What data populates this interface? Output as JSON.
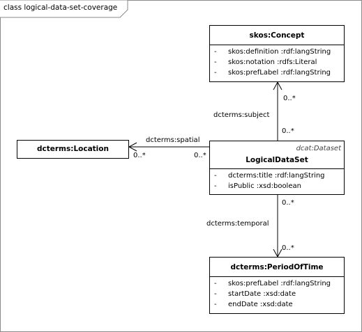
{
  "frame": {
    "title": "class logical-data-set-coverage"
  },
  "classes": {
    "concept": {
      "name": "skos:Concept",
      "attributes": [
        {
          "vis": "-",
          "text": "skos:definition  :rdf:langString"
        },
        {
          "vis": "-",
          "text": "skos:notation  :rdfs:Literal"
        },
        {
          "vis": "-",
          "text": "skos:prefLabel  :rdf:langString"
        }
      ]
    },
    "location": {
      "name": "dcterms:Location"
    },
    "dataset": {
      "name": "LogicalDataSet",
      "stereotype": "dcat:Dataset",
      "attributes": [
        {
          "vis": "-",
          "text": "dcterms:title  :rdf:langString"
        },
        {
          "vis": "-",
          "text": "isPublic  :xsd:boolean"
        }
      ]
    },
    "period": {
      "name": "dcterms:PeriodOfTime",
      "attributes": [
        {
          "vis": "-",
          "text": "skos:prefLabel  :rdf:langString"
        },
        {
          "vis": "-",
          "text": "startDate  :xsd:date"
        },
        {
          "vis": "-",
          "text": "endDate  :xsd:date"
        }
      ]
    }
  },
  "associations": {
    "subject": {
      "name": "dcterms:subject",
      "target_mult": "0..*",
      "source_mult": "0..*"
    },
    "spatial": {
      "name": "dcterms:spatial",
      "target_mult": "0..*",
      "source_mult": "0..*"
    },
    "temporal": {
      "name": "dcterms:temporal",
      "source_mult": "0..*",
      "target_mult": "0..*"
    }
  }
}
